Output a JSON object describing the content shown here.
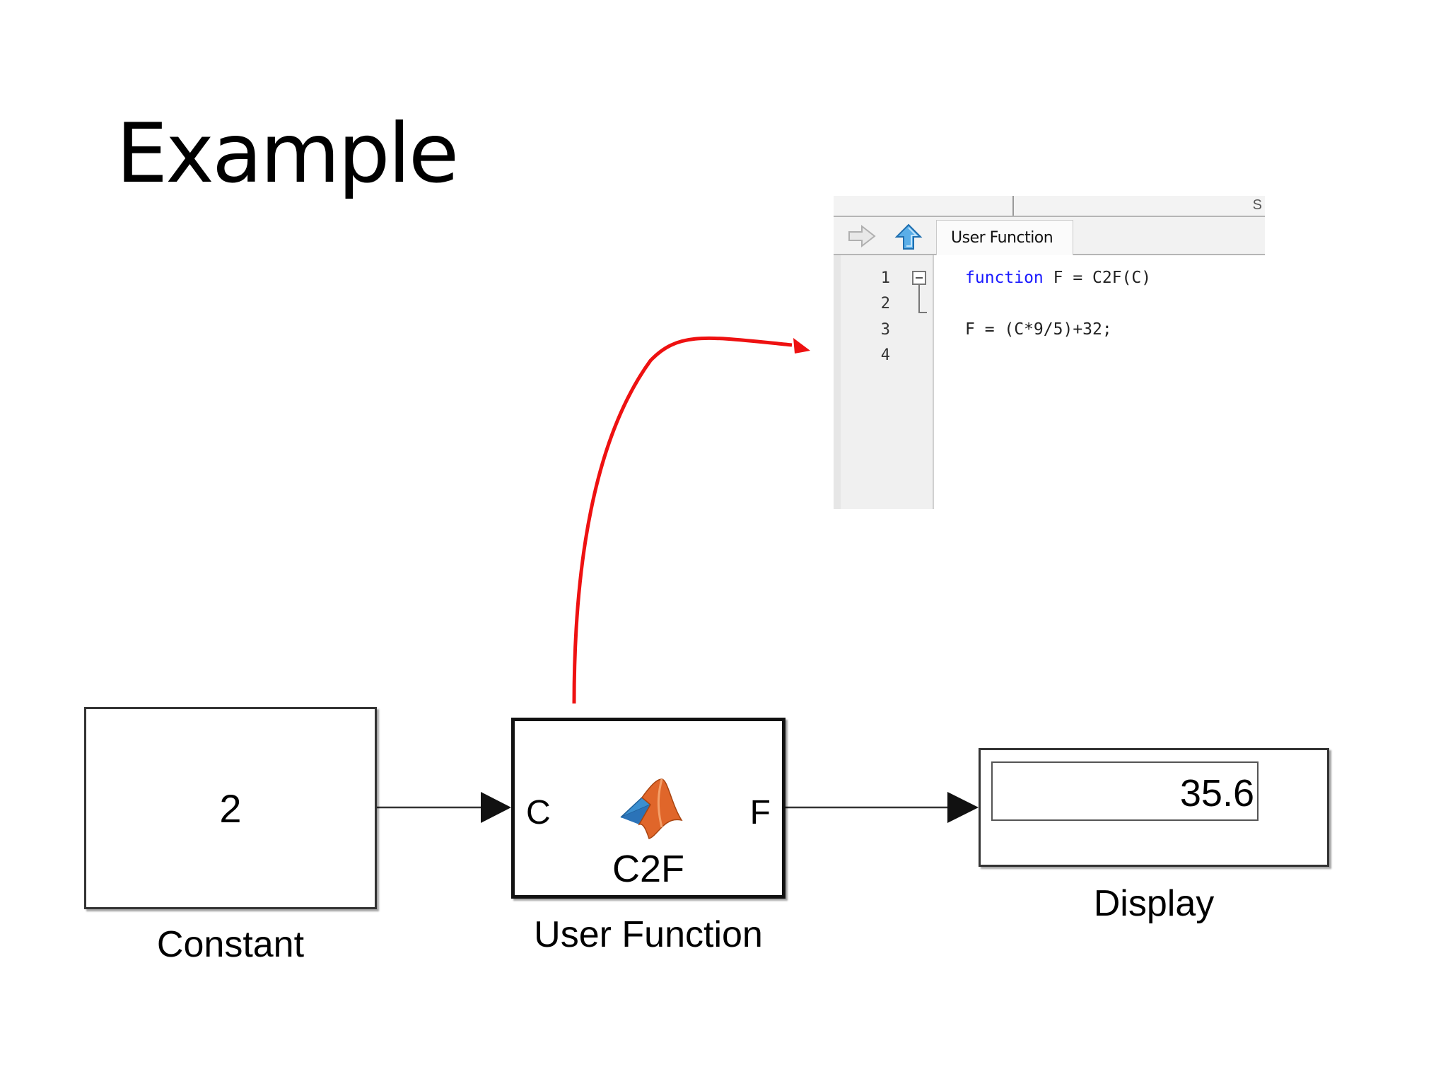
{
  "slide": {
    "title": "Example"
  },
  "editor": {
    "corner_letter": "S",
    "tab_label": "User Function",
    "lines": [
      {
        "number": "1",
        "keyword": "function",
        "text": " F = C2F(C)"
      },
      {
        "number": "2",
        "keyword": "",
        "text": ""
      },
      {
        "number": "3",
        "keyword": "",
        "text": "F = (C*9/5)+32;"
      },
      {
        "number": "4",
        "keyword": "",
        "text": ""
      }
    ],
    "icons": {
      "forward": "forward-arrow-icon",
      "up": "up-arrow-icon",
      "fold": "fold-collapse-icon"
    },
    "colors": {
      "keyword": "#1a1aff",
      "up_arrow": "#2f8fd8"
    }
  },
  "diagram": {
    "constant": {
      "value": "2",
      "caption": "Constant"
    },
    "user_function": {
      "input_port": "C",
      "output_port": "F",
      "function_name": "C2F",
      "caption": "User Function",
      "icon": "matlab-membrane-icon"
    },
    "display": {
      "value": "35.6",
      "caption": "Display"
    },
    "colors": {
      "callout_arrow": "#ee1111",
      "signal_line": "#333333"
    }
  }
}
